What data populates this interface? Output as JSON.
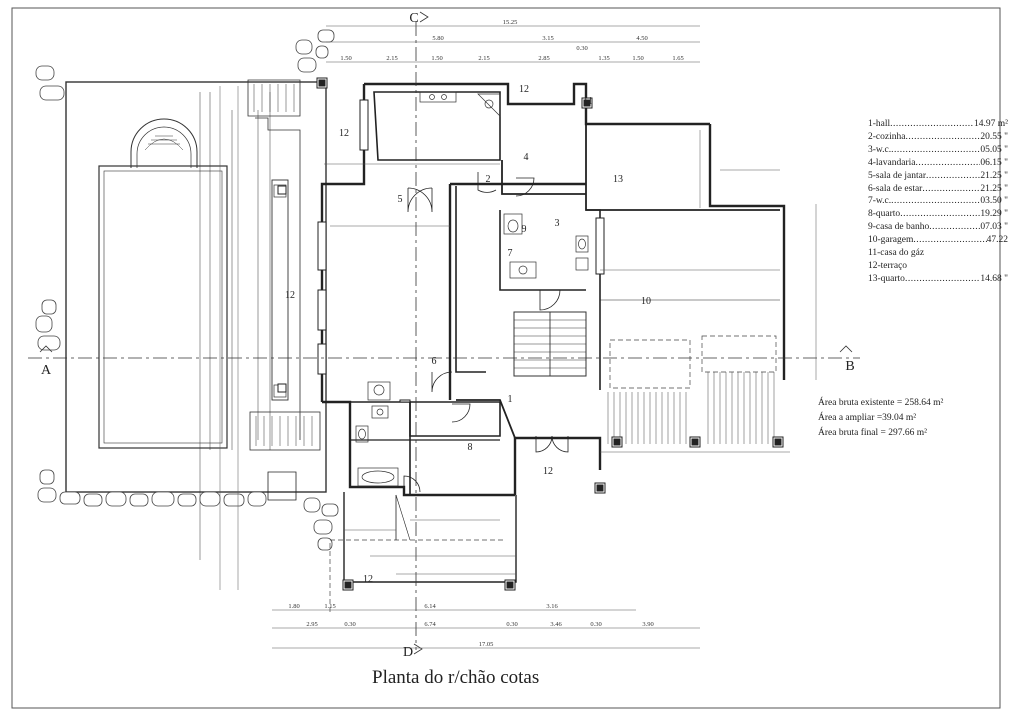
{
  "title": "Planta do r/chão cotas",
  "section_marks": {
    "a": "A",
    "b": "B",
    "c": "C",
    "d": "D"
  },
  "rooms": [
    {
      "num": "1",
      "name": "hall",
      "area": "14.97 m²"
    },
    {
      "num": "2",
      "name": "cozinha",
      "area": "20.55 \""
    },
    {
      "num": "3",
      "name": "w.c.",
      "area": "05.05 \""
    },
    {
      "num": "4",
      "name": "lavandaria",
      "area": "06.15 \""
    },
    {
      "num": "5",
      "name": "sala de jantar",
      "area": "21.25 \""
    },
    {
      "num": "6",
      "name": "sala de estar",
      "area": "21.25 \""
    },
    {
      "num": "7",
      "name": "w.c.",
      "area": "03.50 \""
    },
    {
      "num": "8",
      "name": "quarto",
      "area": "19.29 \""
    },
    {
      "num": "9",
      "name": "casa de banho",
      "area": "07.03 \""
    },
    {
      "num": "10",
      "name": "garagem",
      "area": "47.22"
    },
    {
      "num": "11",
      "name": "casa do gáz",
      "area": ""
    },
    {
      "num": "12",
      "name": "terraço",
      "area": ""
    },
    {
      "num": "13",
      "name": "quarto",
      "area": "14.68 \""
    }
  ],
  "areas": {
    "existing": "Área bruta existente = 258.64 m²",
    "extension": "Área a ampliar =39.04 m²",
    "final": "Área bruta final = 297.66 m²"
  },
  "top_dims": [
    "15.25",
    "1.50",
    "2.15",
    "1.50",
    "2.15",
    "2.85",
    "1.35",
    "1.50",
    "1.65",
    "5.80",
    "3.15",
    "0.30",
    "4.50"
  ],
  "bottom_dims": [
    "1.80",
    "1.15",
    "6.14",
    "3.16",
    "2.95",
    "0.30",
    "6.74",
    "0.30",
    "3.46",
    "0.30",
    "3.90",
    "17.05"
  ],
  "room_numbers": [
    "1",
    "2",
    "3",
    "4",
    "5",
    "6",
    "7",
    "8",
    "9",
    "10",
    "11",
    "12",
    "12",
    "12",
    "12",
    "12",
    "13"
  ]
}
